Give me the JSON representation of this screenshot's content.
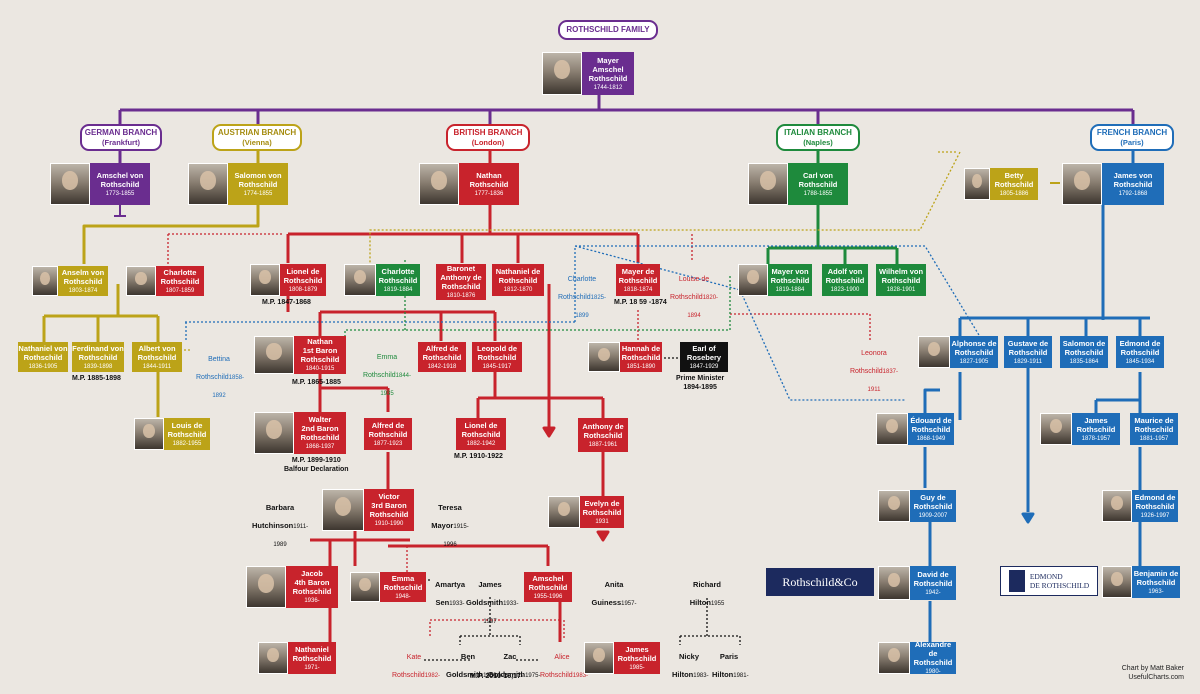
{
  "title": "ROTHSCHILD FAMILY",
  "founder": {
    "name": "Mayer\nAmschel\nRothschild",
    "years": "1744-1812"
  },
  "branches": [
    {
      "id": "german",
      "label": "GERMAN BRANCH",
      "city": "(Frankfurt)",
      "color": "#6a2d8f"
    },
    {
      "id": "austrian",
      "label": "AUSTRIAN BRANCH",
      "city": "(Vienna)",
      "color": "#bca318"
    },
    {
      "id": "british",
      "label": "BRITISH BRANCH",
      "city": "(London)",
      "color": "#c8232c"
    },
    {
      "id": "italian",
      "label": "ITALIAN BRANCH",
      "city": "(Naples)",
      "color": "#1e8a3c"
    },
    {
      "id": "french",
      "label": "FRENCH BRANCH",
      "city": "(Paris)",
      "color": "#1f6db8"
    }
  ],
  "people": {
    "amschel": {
      "name": "Amschel von\nRothschild",
      "years": "1773-1855"
    },
    "salomon": {
      "name": "Salomon von\nRothschild",
      "years": "1774-1855"
    },
    "nathan": {
      "name": "Nathan\nRothschild",
      "years": "1777-1836"
    },
    "carl": {
      "name": "Carl von\nRothschild",
      "years": "1788-1855"
    },
    "james_fr": {
      "name": "James von\nRothschild",
      "years": "1792-1868"
    },
    "betty": {
      "name": "Betty\nRothschild",
      "years": "1805-1886"
    },
    "anselm": {
      "name": "Anselm von\nRothschild",
      "years": "1803-1874"
    },
    "charlotte_a": {
      "name": "Charlotte\nRothschild",
      "years": "1807-1859"
    },
    "lionel": {
      "name": "Lionel de\nRothschild",
      "years": "1808-1879"
    },
    "charlotte_b": {
      "name": "Charlotte\nRothschild",
      "years": "1819-1884"
    },
    "baronet": {
      "name": "Baronet\nAnthony de\nRothschild",
      "years": "1810-1876"
    },
    "nathaniel_1812": {
      "name": "Nathaniel de\nRothschild",
      "years": "1812-1870"
    },
    "charlotte_c": {
      "name": "Charlotte\nRothschild",
      "years": "1825-1899"
    },
    "mayer_de": {
      "name": "Mayer de\nRothschild",
      "years": "1818-1874"
    },
    "louise": {
      "name": "Louise de\nRothschild",
      "years": "1820-1894"
    },
    "mayer_von": {
      "name": "Mayer von\nRothschild",
      "years": "1819-1884"
    },
    "adolf": {
      "name": "Adolf von\nRothschild",
      "years": "1823-1900"
    },
    "wilhelm": {
      "name": "Wilhelm von\nRothschild",
      "years": "1828-1901"
    },
    "nathaniel_von": {
      "name": "Nathaniel von\nRothschild",
      "years": "1836-1905"
    },
    "ferdinand": {
      "name": "Ferdinand von\nRothschild",
      "years": "1839-1898"
    },
    "albert": {
      "name": "Albert von\nRothschild",
      "years": "1844-1911"
    },
    "bettina": {
      "name": "Bettina\nRothschild",
      "years": "1858-1892"
    },
    "nathan_1st": {
      "name": "Nathan\n1st Baron\nRothschild",
      "years": "1840-1915"
    },
    "emma_1844": {
      "name": "Emma\nRothschild",
      "years": "1844-1935"
    },
    "alfred_1842": {
      "name": "Alfred de\nRothschild",
      "years": "1842-1918"
    },
    "leopold": {
      "name": "Leopold de\nRothschild",
      "years": "1845-1917"
    },
    "hannah": {
      "name": "Hannah de\nRothschild",
      "years": "1851-1890"
    },
    "rosebery": {
      "name": "Earl of\nRosebery",
      "years": "1847-1929"
    },
    "leonora": {
      "name": "Leonora\nRothschild",
      "years": "1837-1911"
    },
    "alphonse": {
      "name": "Alphonse de\nRothschild",
      "years": "1827-1905"
    },
    "gustave": {
      "name": "Gustave de\nRothschild",
      "years": "1829-1911"
    },
    "salomon_de": {
      "name": "Salomon de\nRothschild",
      "years": "1835-1864"
    },
    "edmond_1845": {
      "name": "Edmond de\nRothschild",
      "years": "1845-1934"
    },
    "louis": {
      "name": "Louis de\nRothschild",
      "years": "1882-1955"
    },
    "walter": {
      "name": "Walter\n2nd Baron\nRothschild",
      "years": "1868-1937"
    },
    "alfred_1877": {
      "name": "Alfred de\nRothschild",
      "years": "1877-1923"
    },
    "lionel_1882": {
      "name": "Lionel de\nRothschild",
      "years": "1882-1942"
    },
    "anthony_1887": {
      "name": "Anthony de\nRothschild",
      "years": "1887-1961"
    },
    "edouard": {
      "name": "Édouard de\nRothschild",
      "years": "1868-1949"
    },
    "james_1878": {
      "name": "James\nRothschild",
      "years": "1878-1957"
    },
    "maurice": {
      "name": "Maurice de\nRothschild",
      "years": "1881-1957"
    },
    "victor": {
      "name": "Victor\n3rd Baron\nRothschild",
      "years": "1910-1990"
    },
    "evelyn": {
      "name": "Evelyn de\nRothschild",
      "years": "1931"
    },
    "guy": {
      "name": "Guy de\nRothschild",
      "years": "1909-2007"
    },
    "edmond_1926": {
      "name": "Edmond de\nRothschild",
      "years": "1926-1997"
    },
    "jacob": {
      "name": "Jacob\n4th Baron\nRothschild",
      "years": "1936-"
    },
    "emma_1948": {
      "name": "Emma\nRothschild",
      "years": "1948-"
    },
    "amschel_1955": {
      "name": "Amschel\nRothschild",
      "years": "1955-1996"
    },
    "david": {
      "name": "David de\nRothschild",
      "years": "1942-"
    },
    "benjamin": {
      "name": "Benjamin de\nRothschild",
      "years": "1963-"
    },
    "nathaniel_1971": {
      "name": "Nathaniel\nRothschild",
      "years": "1971-"
    },
    "james_1985": {
      "name": "James\nRothschild",
      "years": "1985-"
    },
    "alexandre": {
      "name": "Alexandre de\nRothschild",
      "years": "1980-"
    },
    "kate": {
      "name": "Kate\nRothschild",
      "years": "1982-"
    },
    "alice": {
      "name": "Alice\nRothschild",
      "years": "1983-"
    }
  },
  "others": {
    "barbara": {
      "name": "Barbara\nHutchinson",
      "years": "1911-1989"
    },
    "teresa": {
      "name": "Teresa\nMayor",
      "years": "1915-1996"
    },
    "amartya": {
      "name": "Amartya\nSen",
      "years": "1933-"
    },
    "goldsmith": {
      "name": "James\nGoldsmith",
      "years": "1933-1997"
    },
    "anita": {
      "name": "Anita\nGuiness",
      "years": "1957-"
    },
    "richard": {
      "name": "Richard\nHilton",
      "years": "1955"
    },
    "ben": {
      "name": "Ben\nGoldsmith",
      "years": "1980-"
    },
    "zac": {
      "name": "Zac\nGoldsmith",
      "years": "1975-"
    },
    "nicky": {
      "name": "Nicky\nHilton",
      "years": "1983-"
    },
    "paris": {
      "name": "Paris\nHilton",
      "years": "1981-"
    }
  },
  "notes": {
    "mp_lionel": "M.P. 1847-1868",
    "mp_mayer": "M.P. 18  59 -1874",
    "mp_ferdinand": "M.P. 1885-1898",
    "mp_nathan": "M.P. 1865-1885",
    "mp_walter": "M.P. 1899-1910\nBalfour Declaration",
    "mp_lionel2": "M.P. 1910-1922",
    "pm_rosebery": "Prime Minister\n1894-1895",
    "mp_zac": "M.P. 2010-16,17-"
  },
  "logos": {
    "rothschild_co": "Rothschild&Co",
    "edmond": "EDMOND\nDE ROTHSCHILD"
  },
  "credit": {
    "line1": "Chart by Matt Baker",
    "line2": "UsefulCharts.com"
  },
  "colors": {
    "purple": "#6a2d8f",
    "gold": "#bca318",
    "red": "#c8232c",
    "green": "#1e8a3c",
    "blue": "#1f6db8",
    "background": "#ebe7e1"
  }
}
